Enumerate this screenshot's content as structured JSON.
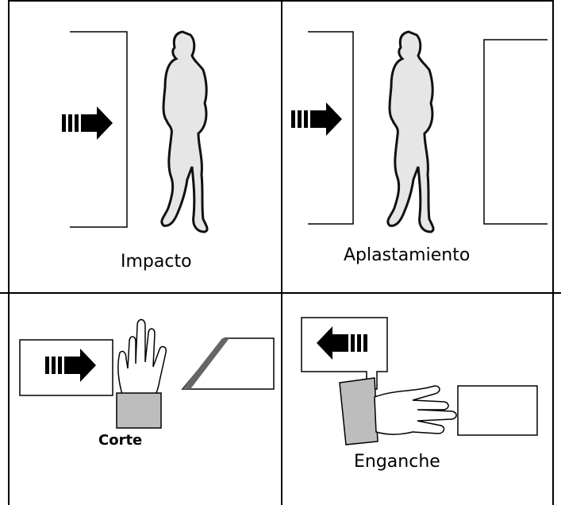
{
  "panels": [
    {
      "id": "impacto",
      "caption": "Impacto",
      "arrow_direction": "right"
    },
    {
      "id": "aplastamiento",
      "caption": "Aplastamiento",
      "arrow_direction": "right"
    },
    {
      "id": "corte",
      "caption": "Corte",
      "arrow_direction": "right"
    },
    {
      "id": "enganche",
      "caption": "Enganche",
      "arrow_direction": "left"
    }
  ],
  "icons": [
    "arrow-right-icon",
    "arrow-left-icon",
    "person-silhouette-icon",
    "hand-icon",
    "blade-icon"
  ],
  "colors": {
    "silhouette_fill": "#e6e6e6",
    "sleeve_fill": "#bdbdbd",
    "border": "#000000"
  }
}
